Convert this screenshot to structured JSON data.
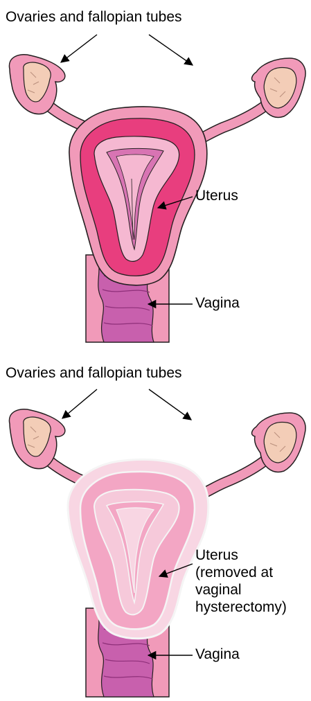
{
  "colors": {
    "outer_pink": "#f19ab9",
    "outline": "#231f20",
    "uterine_wall": "#e83e7e",
    "cavity": "#f5b8d1",
    "lining": "#d874b3",
    "ovary": "#f3cdb7",
    "vagina_inner": "#c860ad",
    "removed_outer": "#f8d6e3",
    "removed_wall": "#f3a6c4",
    "removed_cavity": "#f6c9da"
  },
  "top_panel": {
    "ovaries_label": "Ovaries and fallopian tubes",
    "uterus_label": "Uterus",
    "vagina_label": "Vagina"
  },
  "bottom_panel": {
    "ovaries_label": "Ovaries and fallopian tubes",
    "uterus_label_lines": [
      "Uterus",
      "(removed at",
      "vaginal",
      "hysterectomy)"
    ],
    "vagina_label": "Vagina"
  }
}
